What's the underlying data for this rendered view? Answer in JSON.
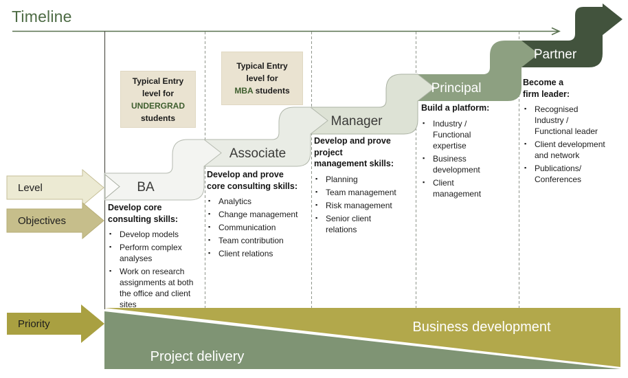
{
  "title": "Timeline",
  "left_arrows": {
    "level": "Level",
    "objectives": "Objectives",
    "priority": "Priority"
  },
  "entry_boxes": [
    {
      "line1": "Typical Entry",
      "line2": "level for",
      "highlight": "UNDERGRAD",
      "suffix": "students"
    },
    {
      "line1": "Typical Entry",
      "line2": "level for",
      "highlight": "MBA",
      "suffix": "students"
    }
  ],
  "steps": [
    {
      "name": "BA",
      "heading": "Develop core consulting skills:",
      "bullets": [
        "Develop models",
        "Perform complex analyses",
        "Work on research assignments at both the office and client sites"
      ]
    },
    {
      "name": "Associate",
      "heading": "Develop and prove core consulting skills:",
      "bullets": [
        "Analytics",
        "Change management",
        "Communication",
        "Team contribution",
        "Client relations"
      ]
    },
    {
      "name": "Manager",
      "heading": "Develop and prove project management skills:",
      "bullets": [
        "Planning",
        "Team management",
        "Risk management",
        "Senior client relations"
      ]
    },
    {
      "name": "Principal",
      "heading": "Build a platform:",
      "bullets": [
        "Industry / Functional expertise",
        "Business development",
        "Client management"
      ]
    },
    {
      "name": "Partner",
      "heading": "Become a firm leader:",
      "bullets": [
        "Recognised Industry / Functional leader",
        "Client development and network",
        "Publications/ Conferences"
      ]
    }
  ],
  "priority_band": {
    "project": "Project delivery",
    "business": "Business development"
  },
  "colors": {
    "timeline_green": "#4d6b44",
    "partner_dark_green": "#42533d",
    "principal_green": "#8da081",
    "manager_band": "#dde2d5",
    "associate_band": "#e9ece5",
    "ba_band": "#f3f4f1",
    "olive_triangle": "#b2a84b",
    "sage_triangle": "#7f9474",
    "priority_arrow": "#a9a041",
    "objectives_arrow": "#c6be8b",
    "level_arrow": "#ecead3",
    "entry_box_beige": "#eae3d1",
    "highlight_green": "#3e5e2e"
  }
}
